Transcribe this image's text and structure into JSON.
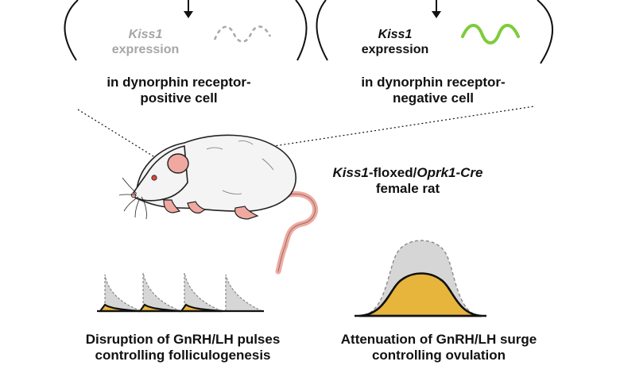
{
  "left_panel": {
    "gene": "Kiss1",
    "expression": "expression",
    "cell_line1": "in dynorphin receptor-",
    "cell_line2": "positive cell"
  },
  "right_panel": {
    "gene": "Kiss1",
    "expression": "expression",
    "cell_line1": "in dynorphin receptor-",
    "cell_line2": "negative cell"
  },
  "rat_label": {
    "gene": "Kiss1",
    "floxed": "-floxed/",
    "cre_gene": "Oprk1-Cre",
    "line2": "female rat"
  },
  "pulse_caption": {
    "line1": "Disruption of GnRH/LH pulses",
    "line2": "controlling folliculogenesis"
  },
  "surge_caption": {
    "line1": "Attenuation of GnRH/LH surge",
    "line2": "controlling ovulation"
  },
  "colors": {
    "expressed_wave": "#7dcc3a",
    "suppressed_wave": "#a8a8a8",
    "ghost_fill": "#d6d6d6",
    "hormone_fill": "#e7b53c",
    "rat_body": "#f4f4f4",
    "rat_pink": "#f0a9a0"
  }
}
